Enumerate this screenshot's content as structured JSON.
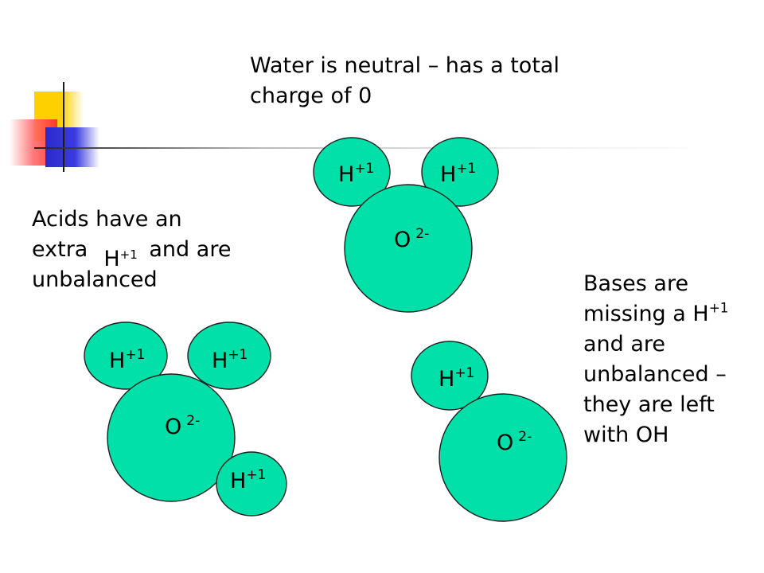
{
  "title_line1": "Water is neutral – has a total",
  "title_line2": "charge of 0",
  "acids": {
    "line1": "Acids have an",
    "line2_pre": "extra",
    "ion_symbol": "H",
    "ion_charge": "+1",
    "line2_post": "and are",
    "line3": "unbalanced"
  },
  "bases": {
    "line1": "Bases are",
    "line2_pre": "missing a",
    "ion_symbol": "H",
    "ion_charge": "+1",
    "line3": "and are",
    "line4": "unbalanced –",
    "line5": "they are left",
    "line6": "with OH"
  },
  "atom_colors": {
    "fill": "#00e0a8",
    "stroke": "#1e1e1e"
  },
  "molecules": [
    {
      "name": "water",
      "atoms": [
        {
          "symbol": "H",
          "charge": "+1"
        },
        {
          "symbol": "H",
          "charge": "+1"
        },
        {
          "symbol": "O",
          "charge": "2-"
        }
      ]
    },
    {
      "name": "acid",
      "atoms": [
        {
          "symbol": "H",
          "charge": "+1"
        },
        {
          "symbol": "H",
          "charge": "+1"
        },
        {
          "symbol": "O",
          "charge": "2-"
        },
        {
          "symbol": "H",
          "charge": "+1"
        }
      ]
    },
    {
      "name": "base",
      "atoms": [
        {
          "symbol": "H",
          "charge": "+1"
        },
        {
          "symbol": "O",
          "charge": "2-"
        }
      ]
    }
  ]
}
